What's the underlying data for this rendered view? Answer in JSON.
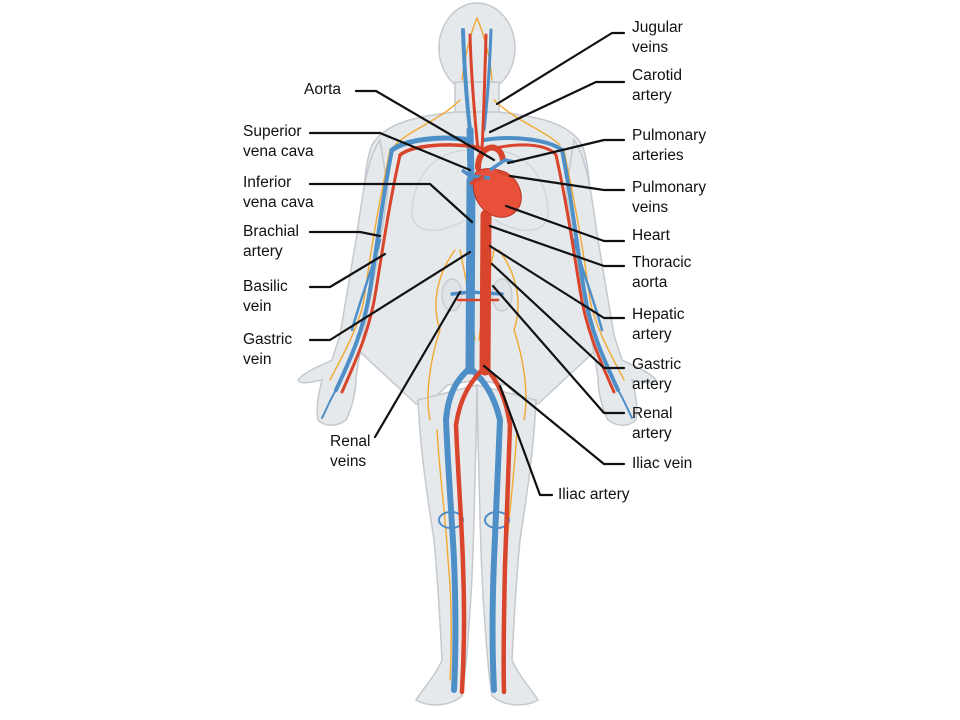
{
  "labels": {
    "jugular_veins": [
      "Jugular",
      "veins"
    ],
    "carotid_artery": [
      "Carotid",
      "artery"
    ],
    "aorta": [
      "Aorta"
    ],
    "pulmonary_arteries": [
      "Pulmonary",
      "arteries"
    ],
    "superior_vena_cava": [
      "Superior",
      "vena cava"
    ],
    "pulmonary_veins": [
      "Pulmonary",
      "veins"
    ],
    "inferior_vena_cava": [
      "Inferior",
      "vena cava"
    ],
    "heart": [
      "Heart"
    ],
    "brachial_artery": [
      "Brachial",
      "artery"
    ],
    "thoracic_aorta": [
      "Thoracic",
      "aorta"
    ],
    "basilic_vein": [
      "Basilic",
      "vein"
    ],
    "hepatic_artery": [
      "Hepatic",
      "artery"
    ],
    "gastric_vein": [
      "Gastric",
      "vein"
    ],
    "gastric_artery": [
      "Gastric",
      "artery"
    ],
    "renal_artery": [
      "Renal",
      "artery"
    ],
    "renal_veins": [
      "Renal",
      "veins"
    ],
    "iliac_vein": [
      "Iliac vein"
    ],
    "iliac_artery": [
      "Iliac artery"
    ]
  },
  "colors": {
    "artery": "#d8442c",
    "vein": "#4f8fc8",
    "nerve": "#f0a830",
    "heart": "#e8503a",
    "body_fill": "#e6e9ec",
    "body_outline": "#c4c9ce",
    "leader_line": "#111111"
  }
}
